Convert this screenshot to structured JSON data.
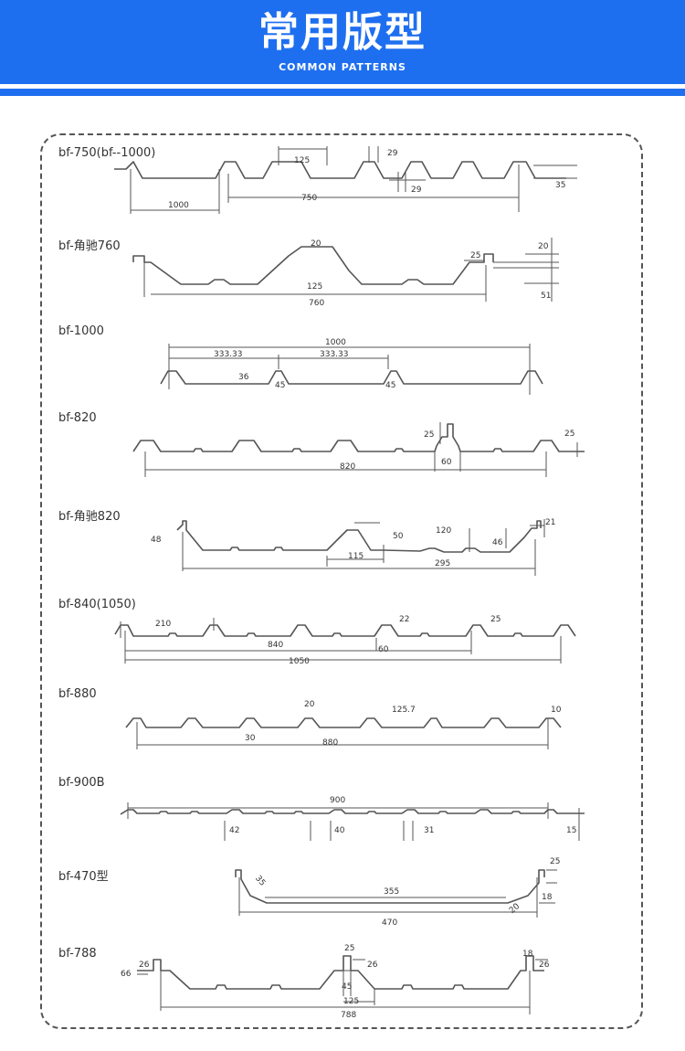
{
  "header": {
    "title": "常用版型",
    "subtitle": "COMMON PATTERNS",
    "accent_color": "#1e6ff0"
  },
  "patterns": [
    {
      "label": "bf-750(bf--1000)",
      "dims": [
        "125",
        "29",
        "29",
        "35",
        "750",
        "1000"
      ]
    },
    {
      "label": "bf-角驰760",
      "dims": [
        "20",
        "25",
        "20",
        "125",
        "51",
        "760"
      ]
    },
    {
      "label": "bf-1000",
      "dims": [
        "1000",
        "333.33",
        "333.33",
        "36",
        "45",
        "45"
      ]
    },
    {
      "label": "bf-820",
      "dims": [
        "25",
        "25",
        "60",
        "820"
      ]
    },
    {
      "label": "bf-角驰820",
      "dims": [
        "48",
        "21",
        "50",
        "120",
        "46",
        "115",
        "295"
      ]
    },
    {
      "label": "bf-840(1050)",
      "dims": [
        "210",
        "22",
        "25",
        "840",
        "60",
        "1050"
      ]
    },
    {
      "label": "bf-880",
      "dims": [
        "20",
        "125.7",
        "10",
        "30",
        "880"
      ]
    },
    {
      "label": "bf-900B",
      "dims": [
        "900",
        "42",
        "40",
        "31",
        "15"
      ]
    },
    {
      "label": "bf-470型",
      "dims": [
        "25",
        "35",
        "355",
        "18",
        "20",
        "470"
      ]
    },
    {
      "label": "bf-788",
      "dims": [
        "25",
        "26",
        "26",
        "18",
        "26",
        "66",
        "45",
        "125",
        "788"
      ]
    }
  ]
}
